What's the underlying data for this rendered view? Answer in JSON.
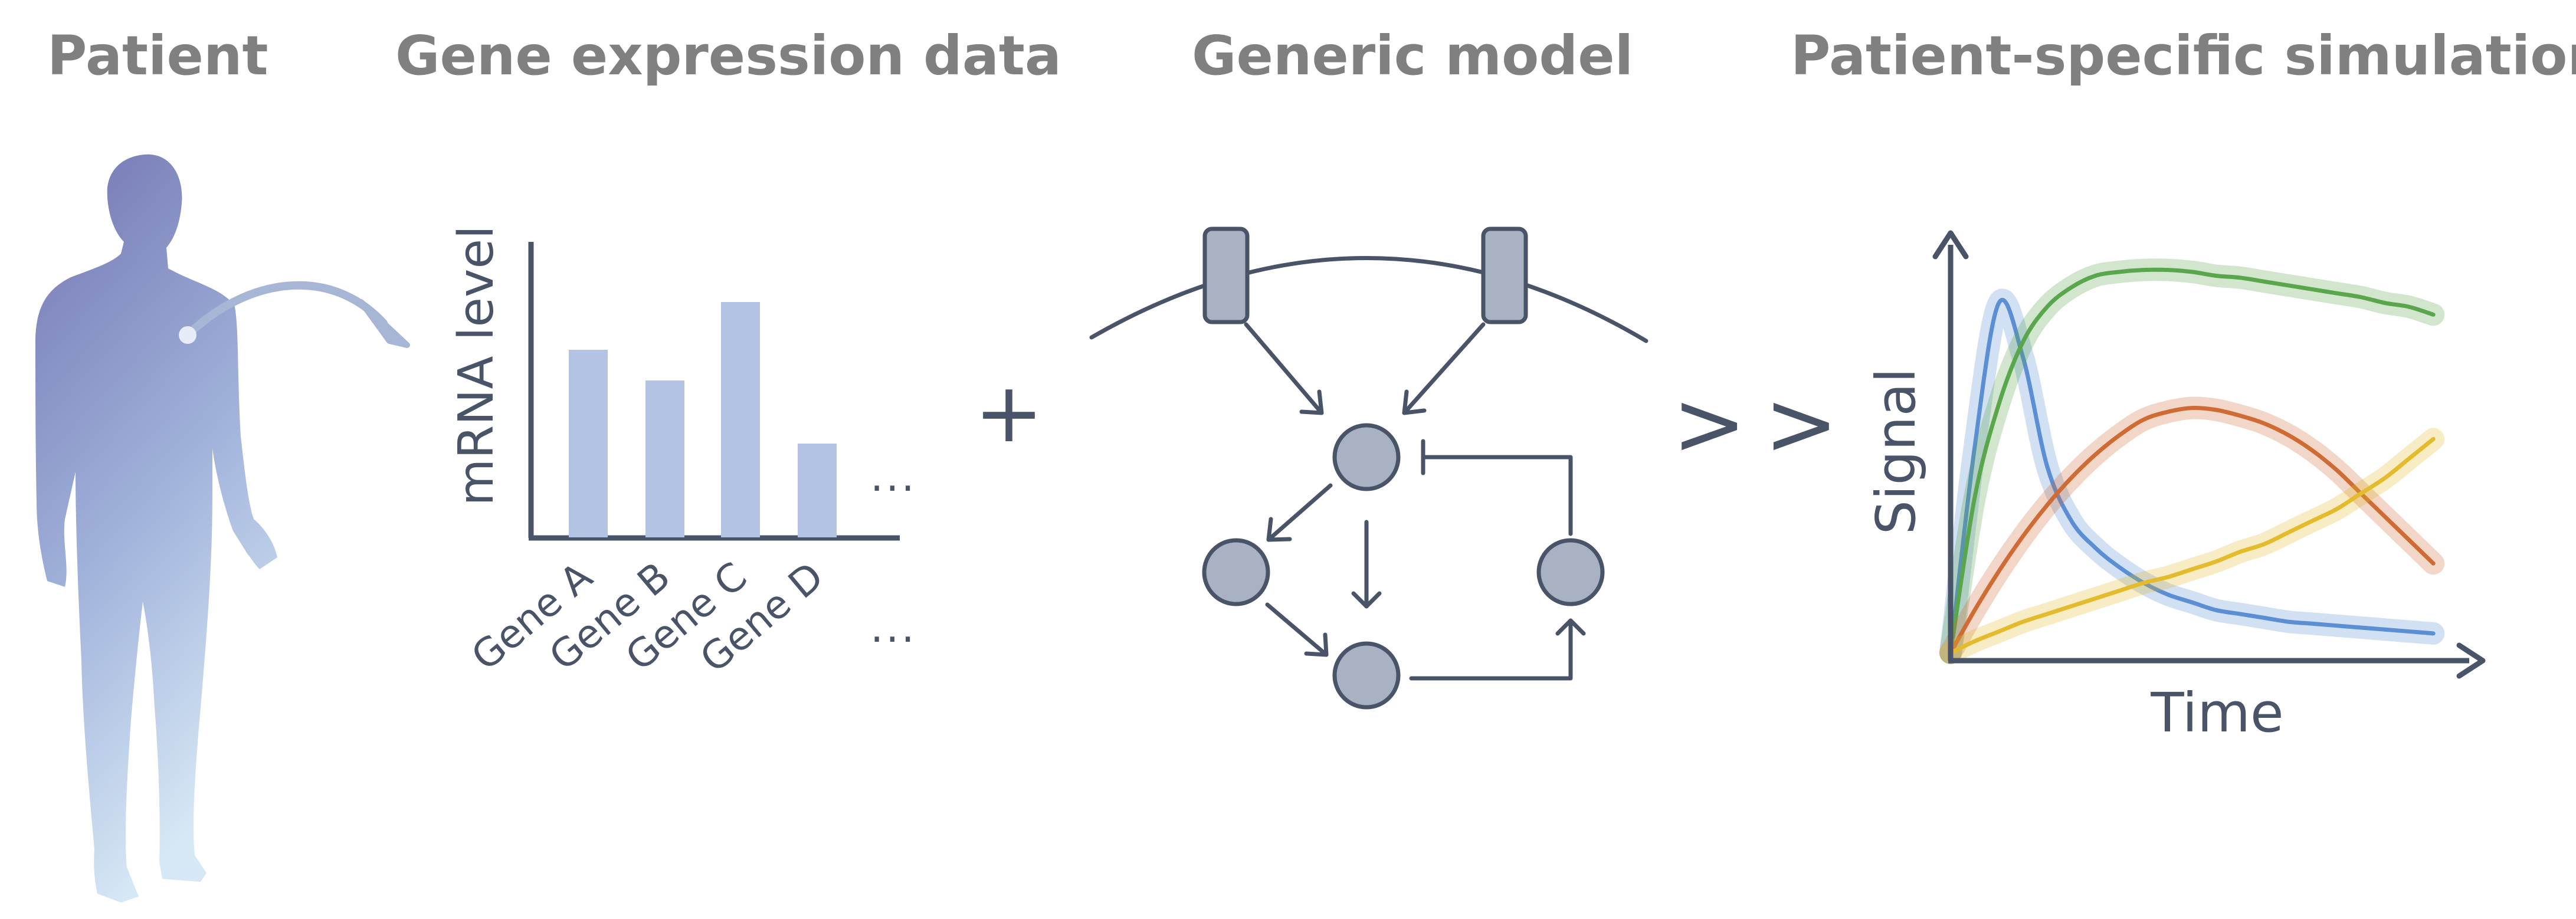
{
  "headings": {
    "patient": "Patient",
    "gene_expression": "Gene expression data",
    "generic_model": "Generic model",
    "simulation": "Patient-specific simulation"
  },
  "operators": {
    "plus": "+",
    "greater": ">>"
  },
  "colors": {
    "heading": "#808080",
    "dark": "#4a5468",
    "bar": "#b3c3e4",
    "node": "#a9b2c3",
    "body_top": "#7375b1",
    "body_bottom": "#cfe2f3",
    "series_blue": "#5b8ed3",
    "series_green": "#5aa64d",
    "series_orange": "#cf6b35",
    "series_yellow": "#e4bb2c"
  },
  "gene_chart": {
    "ylabel": "mRNA level",
    "categories": [
      "Gene A",
      "Gene B",
      "Gene C",
      "Gene D"
    ],
    "ellipsis_bar": "...",
    "ellipsis_label": "..."
  },
  "chart_data": {
    "type": "line",
    "title": "",
    "xlabel": "Time",
    "ylabel": "Signal",
    "x": [
      0,
      0.05,
      0.1,
      0.15,
      0.2,
      0.25,
      0.3,
      0.35,
      0.4,
      0.45,
      0.5,
      0.55,
      0.6,
      0.65,
      0.7,
      0.75,
      0.8,
      0.85,
      0.9,
      0.95,
      1.0
    ],
    "xlim": [
      0,
      1.1
    ],
    "ylim": [
      0,
      1.1
    ],
    "series": [
      {
        "color": "#5b8ed3",
        "values": [
          0.02,
          0.55,
          0.92,
          0.78,
          0.5,
          0.36,
          0.29,
          0.24,
          0.2,
          0.17,
          0.15,
          0.13,
          0.12,
          0.11,
          0.1,
          0.095,
          0.09,
          0.085,
          0.08,
          0.075,
          0.07
        ]
      },
      {
        "color": "#5aa64d",
        "values": [
          0.02,
          0.42,
          0.66,
          0.82,
          0.91,
          0.96,
          0.99,
          1.0,
          1.005,
          1.005,
          1.0,
          0.99,
          0.985,
          0.975,
          0.965,
          0.955,
          0.945,
          0.935,
          0.92,
          0.91,
          0.89
        ]
      },
      {
        "color": "#cf6b35",
        "values": [
          0.02,
          0.13,
          0.23,
          0.32,
          0.4,
          0.47,
          0.53,
          0.58,
          0.62,
          0.64,
          0.65,
          0.645,
          0.63,
          0.61,
          0.58,
          0.54,
          0.49,
          0.43,
          0.37,
          0.31,
          0.25
        ]
      },
      {
        "color": "#e4bb2c",
        "values": [
          0.02,
          0.05,
          0.075,
          0.1,
          0.12,
          0.14,
          0.16,
          0.18,
          0.2,
          0.215,
          0.235,
          0.255,
          0.28,
          0.3,
          0.33,
          0.36,
          0.39,
          0.43,
          0.47,
          0.52,
          0.57
        ]
      }
    ]
  }
}
